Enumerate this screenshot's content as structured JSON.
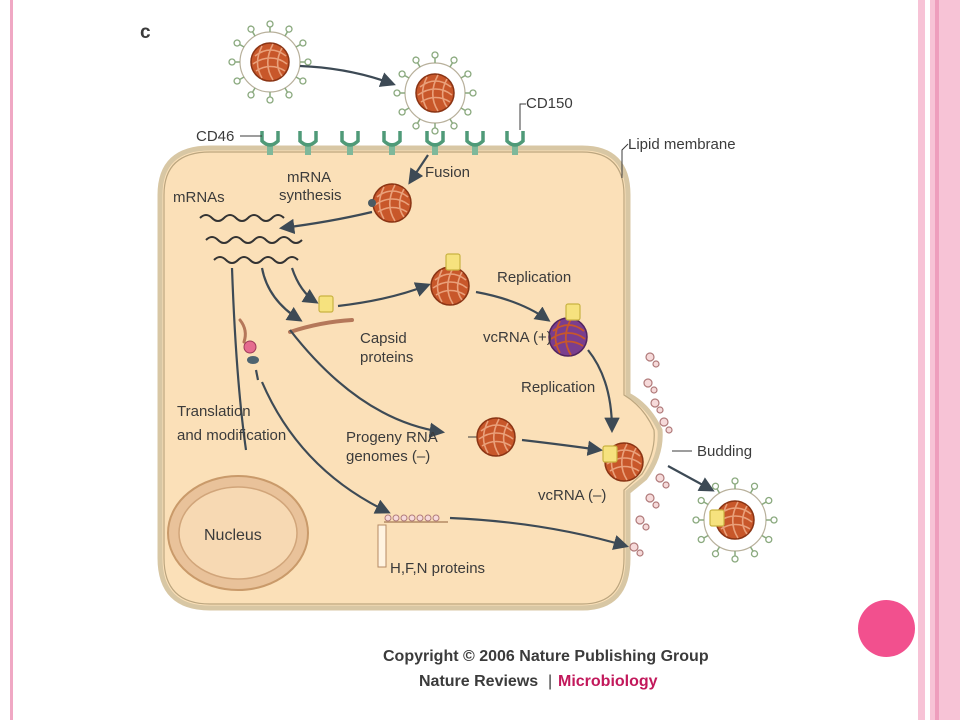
{
  "panel_letter": "c",
  "labels": {
    "cd46": "CD46",
    "cd150": "CD150",
    "lipid_membrane": "Lipid membrane",
    "fusion": "Fusion",
    "mrna_synthesis_1": "mRNA",
    "mrna_synthesis_2": "synthesis",
    "mrnas": "mRNAs",
    "replication_top": "Replication",
    "vcrna_plus": "vcRNA (+)",
    "capsid_1": "Capsid",
    "capsid_2": "proteins",
    "replication_mid": "Replication",
    "translation_1": "Translation",
    "translation_2": "and modification",
    "progeny_1": "Progeny RNA",
    "progeny_2": "genomes (–)",
    "budding": "Budding",
    "vcrna_minus": "vcRNA (–)",
    "nucleus": "Nucleus",
    "hfn": "H,F,N proteins"
  },
  "copyright": {
    "line1": "Copyright © 2006 Nature Publishing Group",
    "publisher": "Nature Reviews",
    "separator": "|",
    "journal": "Microbiology"
  },
  "colors": {
    "cell_fill": "#fbe0b8",
    "membrane": "#c9b48c",
    "virus_core": "#c8572a",
    "spike": "#8aa97e",
    "arrow": "#3d4a55",
    "accent_pink": "#f2508e",
    "journal_red": "#c2185b"
  }
}
